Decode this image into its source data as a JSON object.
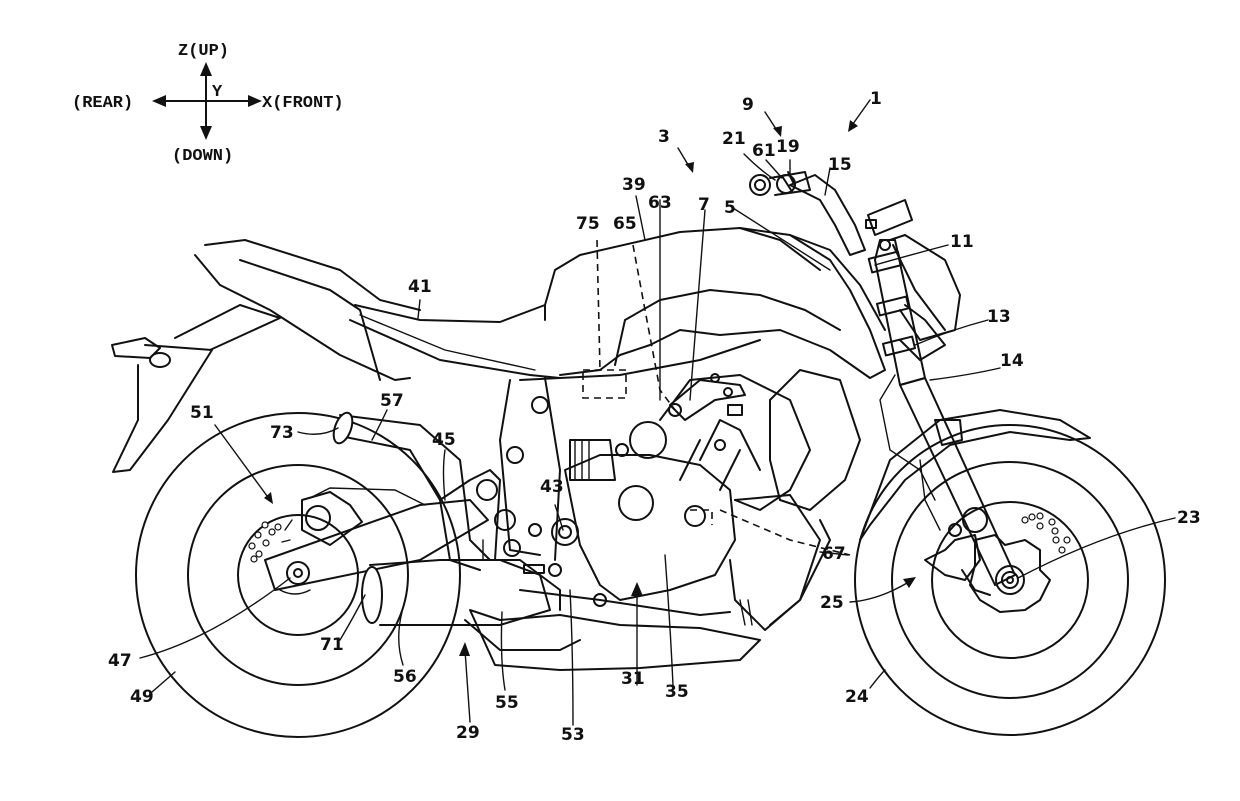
{
  "figure": {
    "type": "patent side-view line drawing",
    "subject": "motorcycle"
  },
  "axes_legend": {
    "up": "Z(UP)",
    "down": "(DOWN)",
    "rear": "(REAR)",
    "front": "X(FRONT)",
    "lateral": "Y"
  },
  "reference_numerals": {
    "n1": "1",
    "n3": "3",
    "n5": "5",
    "n7": "7",
    "n9": "9",
    "n11": "11",
    "n13": "13",
    "n14": "14",
    "n15": "15",
    "n19": "19",
    "n21": "21",
    "n23": "23",
    "n24": "24",
    "n25": "25",
    "n29": "29",
    "n31": "31",
    "n35": "35",
    "n39": "39",
    "n41": "41",
    "n43": "43",
    "n45": "45",
    "n47": "47",
    "n49": "49",
    "n51": "51",
    "n53": "53",
    "n55": "55",
    "n56": "56",
    "n57": "57",
    "n61": "61",
    "n63": "63",
    "n65": "65",
    "n67": "67",
    "n71": "71",
    "n73": "73",
    "n75": "75"
  }
}
